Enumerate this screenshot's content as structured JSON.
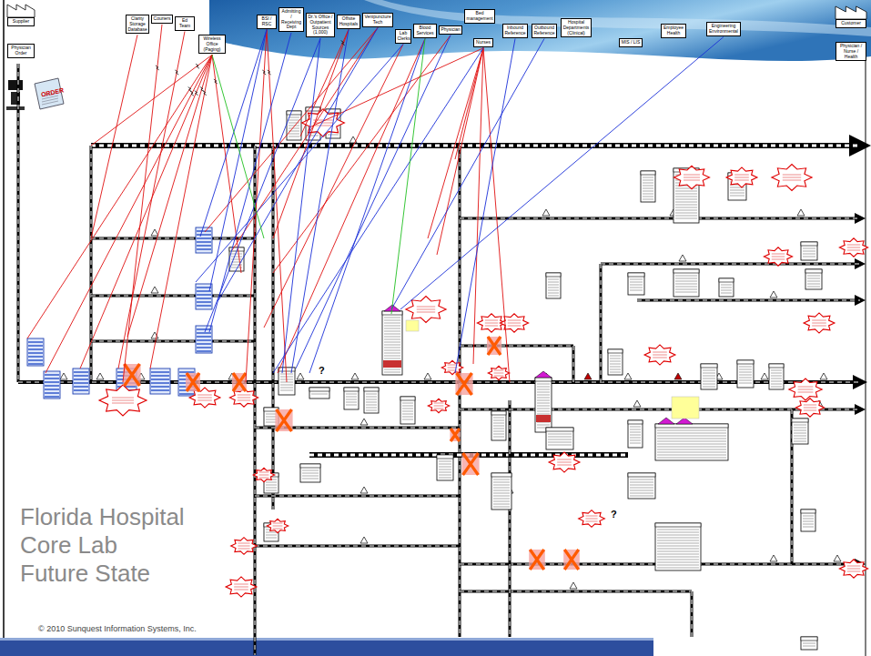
{
  "diagram": {
    "title": "Florida Hospital Core Lab Future State",
    "caption": "© 2010 Sunquest Information Systems, Inc.",
    "nodes": [
      {
        "text": [
          "Supplier"
        ]
      },
      {
        "text": [
          "Physician Order"
        ]
      },
      {
        "text": [
          "Clarity Storage Database"
        ]
      },
      {
        "text": [
          "Couriers"
        ]
      },
      {
        "text": [
          "Ed Team"
        ]
      },
      {
        "text": [
          "Wireless Office (Paging)"
        ]
      },
      {
        "text": [
          "BSI / RSC"
        ]
      },
      {
        "text": [
          "Admitting / Receiving Dept"
        ]
      },
      {
        "text": [
          "Dr.'s Office / Outpatient Sources (1,000)"
        ]
      },
      {
        "text": [
          "Offsite Hospitals"
        ]
      },
      {
        "text": [
          "Venipuncture Tech"
        ]
      },
      {
        "text": [
          "Lab Clerks"
        ]
      },
      {
        "text": [
          "Blood Services"
        ]
      },
      {
        "text": [
          "Physician"
        ]
      },
      {
        "text": [
          "Bed management"
        ]
      },
      {
        "text": [
          "Nurses"
        ]
      },
      {
        "text": [
          "Inbound Reference"
        ]
      },
      {
        "text": [
          "Outbound Reference"
        ]
      },
      {
        "text": [
          "Hospital Departments (Clinical)"
        ]
      },
      {
        "text": [
          "MIS / LIS"
        ]
      },
      {
        "text": [
          "Employee Health"
        ]
      },
      {
        "text": [
          "Engineering Environmental"
        ]
      },
      {
        "text": [
          "Customer"
        ]
      },
      {
        "text": [
          "Physician / Nurse / Health"
        ]
      }
    ],
    "labels": [
      "ORDER",
      "?",
      "?"
    ]
  }
}
